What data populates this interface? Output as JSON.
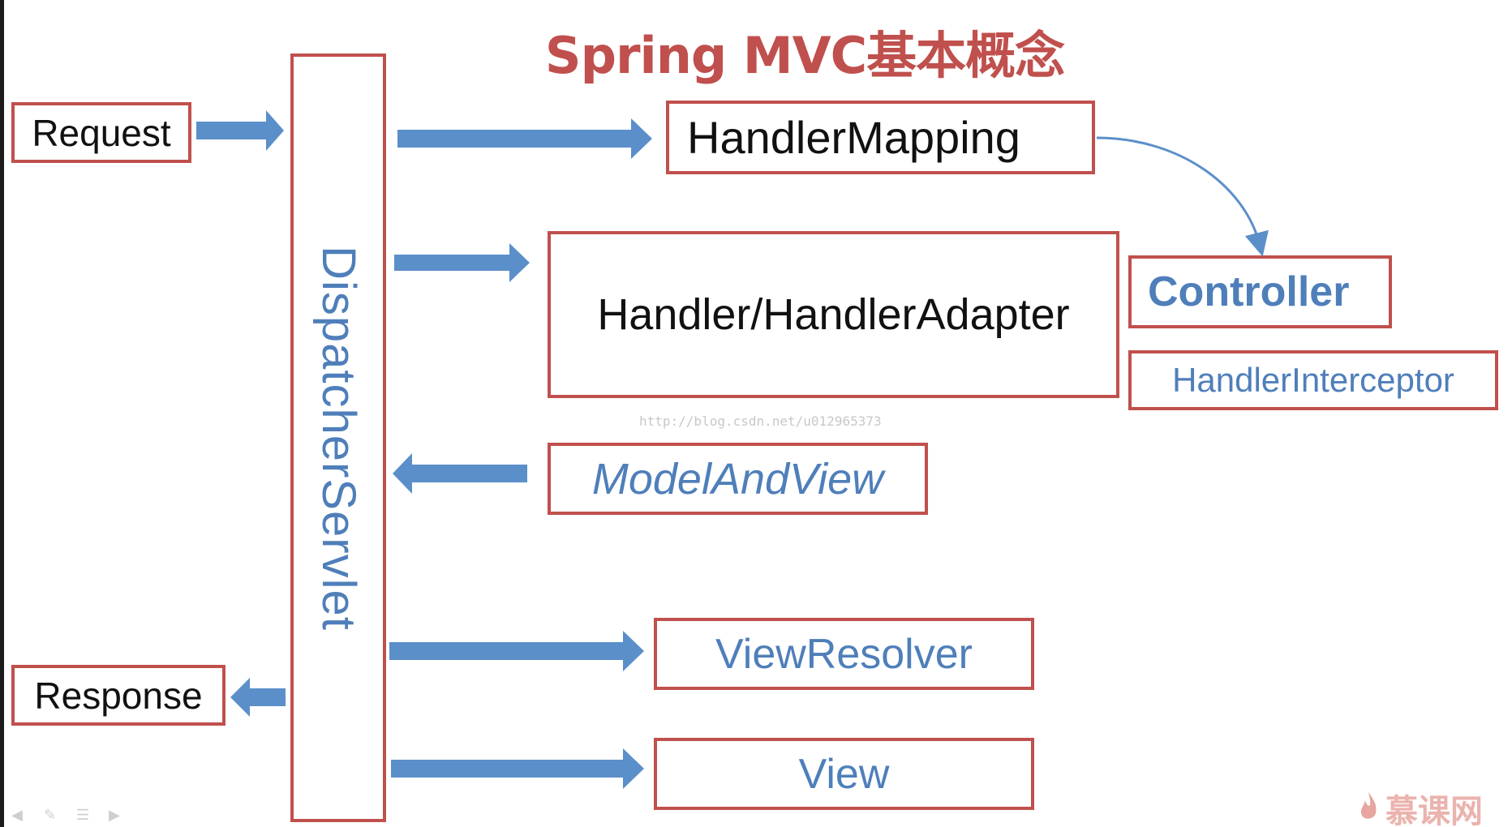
{
  "title": "Spring MVC基本概念",
  "request": {
    "label": "Request"
  },
  "response": {
    "label": "Response"
  },
  "dispatcher": {
    "label": "DispatcherServlet"
  },
  "handler_mapping": {
    "label": "HandlerMapping"
  },
  "handler_adapter": {
    "label": "Handler/HandlerAdapter"
  },
  "controller": {
    "label": "Controller"
  },
  "handler_interceptor": {
    "label": "HandlerInterceptor"
  },
  "model_and_view": {
    "label": "ModelAndView"
  },
  "view_resolver": {
    "label": "ViewResolver"
  },
  "view": {
    "label": "View"
  },
  "watermark": {
    "url": "http://blog.csdn.net/u012965373",
    "brand": "慕课网"
  },
  "colors": {
    "border": "#c0504d",
    "arrow": "#5b8fc9",
    "blue_text": "#4f7fba",
    "title": "#c0504d"
  },
  "icons": {
    "arrow_right": "block-arrow-right-icon",
    "arrow_left": "block-arrow-left-icon",
    "curved_arrow": "curved-connector-arrow-icon",
    "nav": [
      "nav-back-icon",
      "nav-pen-icon",
      "nav-menu-icon",
      "nav-forward-icon"
    ],
    "brand": "flame-logo-icon"
  }
}
